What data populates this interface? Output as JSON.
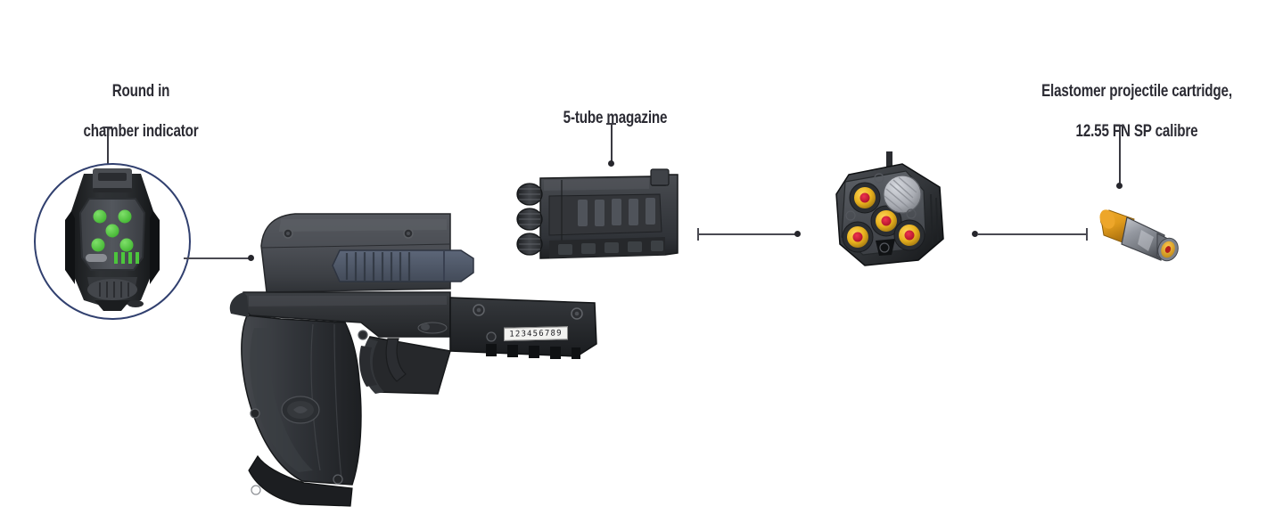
{
  "diagram": {
    "background_color": "#ffffff",
    "text_color": "#2b2b33",
    "accent_circle_color": "#31406f",
    "leader_color": "#3a3a42",
    "connector_color": "#4a4a52"
  },
  "callouts": [
    {
      "id": "round-in-chamber",
      "label": "Round in\nchamber indicator",
      "line1": "Round in",
      "line2": "chamber indicator"
    },
    {
      "id": "magazine",
      "label": "5-tube magazine",
      "line1": "5-tube magazine",
      "line2": ""
    },
    {
      "id": "cartridge",
      "label": "Elastomer projectile cartridge,\n12.55 FN SP calibre",
      "line1": "Elastomer projectile cartridge,",
      "line2": "12.55 FN SP calibre"
    }
  ],
  "pistol": {
    "serial_number": "123456789",
    "body_color": "#3a3c40",
    "slide_color": "#4a4d52",
    "grip_color": "#303236",
    "accent_panel_color": "#555e6e"
  },
  "magazine": {
    "tube_count": 5,
    "body_color": "#3c3e42"
  },
  "magazine_front": {
    "cartridge_ring_color": "#e8b21e",
    "cartridge_center_color": "#c1122b",
    "knob_color": "#b9bcc4",
    "visible_cartridges": 4
  },
  "cartridge": {
    "projectile_color": "#e09a20",
    "case_color": "#8d9096",
    "base_ring_color": "#e8a81c",
    "base_center_color": "#c1122b"
  },
  "indicator_inset": {
    "led_color": "#4cc63c",
    "led_count": 5,
    "bar_count": 4,
    "panel_color": "#4b4e53",
    "housing_color": "#26282b"
  }
}
